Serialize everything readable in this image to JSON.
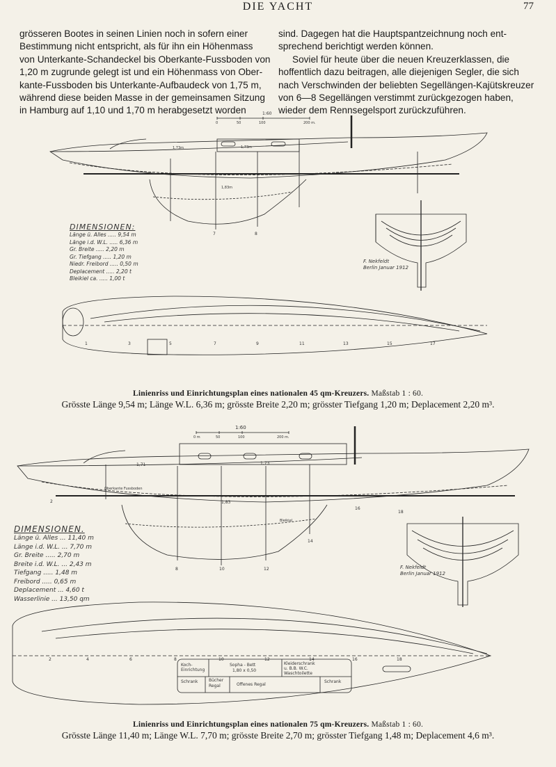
{
  "header": {
    "title": "DIE YACHT",
    "page_number": "77"
  },
  "text": {
    "left_lines": [
      "grösseren Bootes in seinen Linien noch in sofern einer",
      "Bestimmung nicht entspricht, als für ihn ein Höhenmass",
      "von Unterkante-Schandeckel bis Oberkante-Fussboden von",
      "1,20 m zugrunde gelegt ist und ein Höhenmass von Ober-",
      "kante-Fussboden bis Unterkante-Aufbaudeck von 1,75 m,",
      "während diese beiden Masse in der gemeinsamen Sitzung",
      "in Hamburg auf 1,10 und 1,70 m herabgesetzt worden"
    ],
    "right_lines": [
      "sind. Dagegen hat die Hauptspantzeichnung noch ent-",
      "sprechend berichtigt werden können.",
      "Soviel für heute über die neuen Kreuzerklassen, die",
      "hoffentlich dazu beitragen, alle diejenigen Segler, die sich",
      "nach Verschwinden der beliebten Segellängen-Kajütskreuzer",
      "von 6—8 Segellängen verstimmt zurückgezogen haben,",
      "wieder dem Rennsegelsport zurückzuführen."
    ]
  },
  "figure1": {
    "scale_bar": {
      "title": "1:60",
      "ticks": [
        "0",
        "50",
        "100",
        "200 m."
      ]
    },
    "dimensions_title": "DIMENSIONEN:",
    "dimensions": [
      {
        "label": "Länge ü. Alles",
        "value": "9,54 m"
      },
      {
        "label": "Länge i.d. W.L.",
        "value": "6,36 m"
      },
      {
        "label": "Gr. Breite",
        "value": "2,20 m"
      },
      {
        "label": "Gr. Tiefgang",
        "value": "1,20 m"
      },
      {
        "label": "Niedr. Freibord",
        "value": "0,50 m"
      },
      {
        "label": "Deplacement",
        "value": "2,20 t"
      },
      {
        "label": "Bleikiel ca.",
        "value": "1,00 t"
      }
    ],
    "signature": [
      "F. Nekfeldt",
      "Berlin Januar 1912"
    ],
    "profile_labels": [
      "1,73m",
      "1,73m",
      "1,83m"
    ],
    "station_numbers": [
      "1",
      "3",
      "5",
      "7",
      "9",
      "11",
      "13",
      "15",
      "17"
    ],
    "profile_stations": [
      "7",
      "8"
    ],
    "caption_title": "Linienriss und Einrichtungsplan eines nationalen 45 qm-Kreuzers.",
    "caption_scale": "Maßstab 1 : 60.",
    "caption_specs": "Grösste Länge 9,54 m; Länge W.L. 6,36 m; grösste Breite 2,20 m; grösster Tiefgang 1,20 m; Deplacement 2,20 m³."
  },
  "figure2": {
    "scale_bar": {
      "title": "1:60",
      "ticks": [
        "0 m",
        "50",
        "100",
        "200 m."
      ]
    },
    "dimensions_title": "DIMENSIONEN.",
    "dimensions": [
      {
        "label": "Länge ü. Alles",
        "value": "11,40 m"
      },
      {
        "label": "Länge i.d. W.L.",
        "value": "7,70 m"
      },
      {
        "label": "Gr. Breite",
        "value": "2,70 m"
      },
      {
        "label": "Breite i.d. W.L.",
        "value": "2,43 m"
      },
      {
        "label": "Tiefgang",
        "value": "1,48 m"
      },
      {
        "label": "Freibord",
        "value": "0,65 m"
      },
      {
        "label": "Deplacement",
        "value": "4,60 t"
      },
      {
        "label": "Wasserlinie",
        "value": "13,50 qm"
      }
    ],
    "signature": [
      "F. Nekfeldt",
      "Berlin Januar 1912"
    ],
    "profile_labels": [
      "1,71",
      "1,73",
      "1,83",
      "Oberkante Fussboden",
      "Bleikiel"
    ],
    "station_numbers": [
      "2",
      "4",
      "6",
      "8",
      "10",
      "12",
      "14",
      "16",
      "18"
    ],
    "profile_stations": [
      "2",
      "8",
      "10",
      "12",
      "14",
      "16",
      "18"
    ],
    "rooms": {
      "koch": [
        "Koch-",
        "Einrichtung"
      ],
      "sofa": [
        "Sopha - Bett",
        "1,80 x 0,50"
      ],
      "kleider": [
        "Kleiderschrank",
        "u. B.B. W.C.",
        "Waschtoilette"
      ],
      "schrank1": "Schrank",
      "buecher": [
        "Bücher",
        "Regal"
      ],
      "offenes": "Offenes Regal",
      "schrank2": "Schrank"
    },
    "caption_title": "Linienriss und Einrichtungsplan eines nationalen 75 qm-Kreuzers.",
    "caption_scale": "Maßstab 1 : 60.",
    "caption_specs": "Grösste Länge 11,40 m; Länge W.L. 7,70 m; grösste Breite 2,70 m; grösster Tiefgang 1,48 m; Deplacement 4,6 m³."
  }
}
